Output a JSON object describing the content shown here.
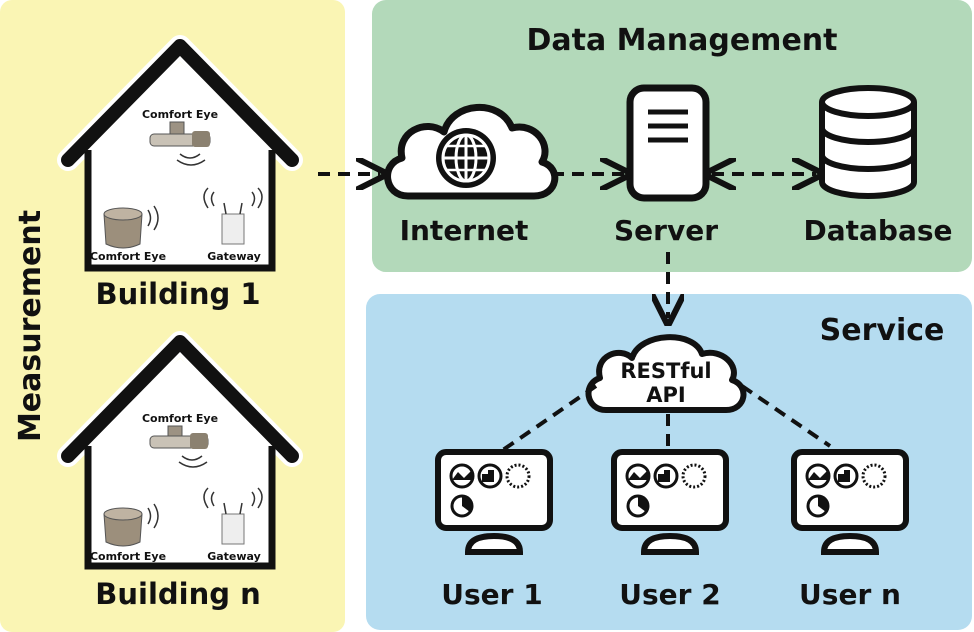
{
  "colors": {
    "measurement_panel": "#faf5b4",
    "data_panel": "#b3d9ba",
    "service_panel": "#b5dcf0",
    "ink": "#111111"
  },
  "panels": {
    "measurement": "Measurement",
    "data_management": "Data Management",
    "service": "Service"
  },
  "buildings": [
    {
      "label": "Building 1",
      "sensor_top": "Comfort Eye",
      "sensor_bottom": "Comfort Eye",
      "gateway": "Gateway"
    },
    {
      "label": "Building n",
      "sensor_top": "Comfort Eye",
      "sensor_bottom": "Comfort Eye",
      "gateway": "Gateway"
    }
  ],
  "nodes": {
    "internet": "Internet",
    "server": "Server",
    "database": "Database",
    "api_line1": "RESTful",
    "api_line2": "API"
  },
  "users": [
    "User 1",
    "User 2",
    "User n"
  ],
  "icons": [
    "globe-icon",
    "server-icon",
    "database-icon",
    "cloud-icon",
    "monitor-icon",
    "house-icon",
    "wifi-icon"
  ]
}
